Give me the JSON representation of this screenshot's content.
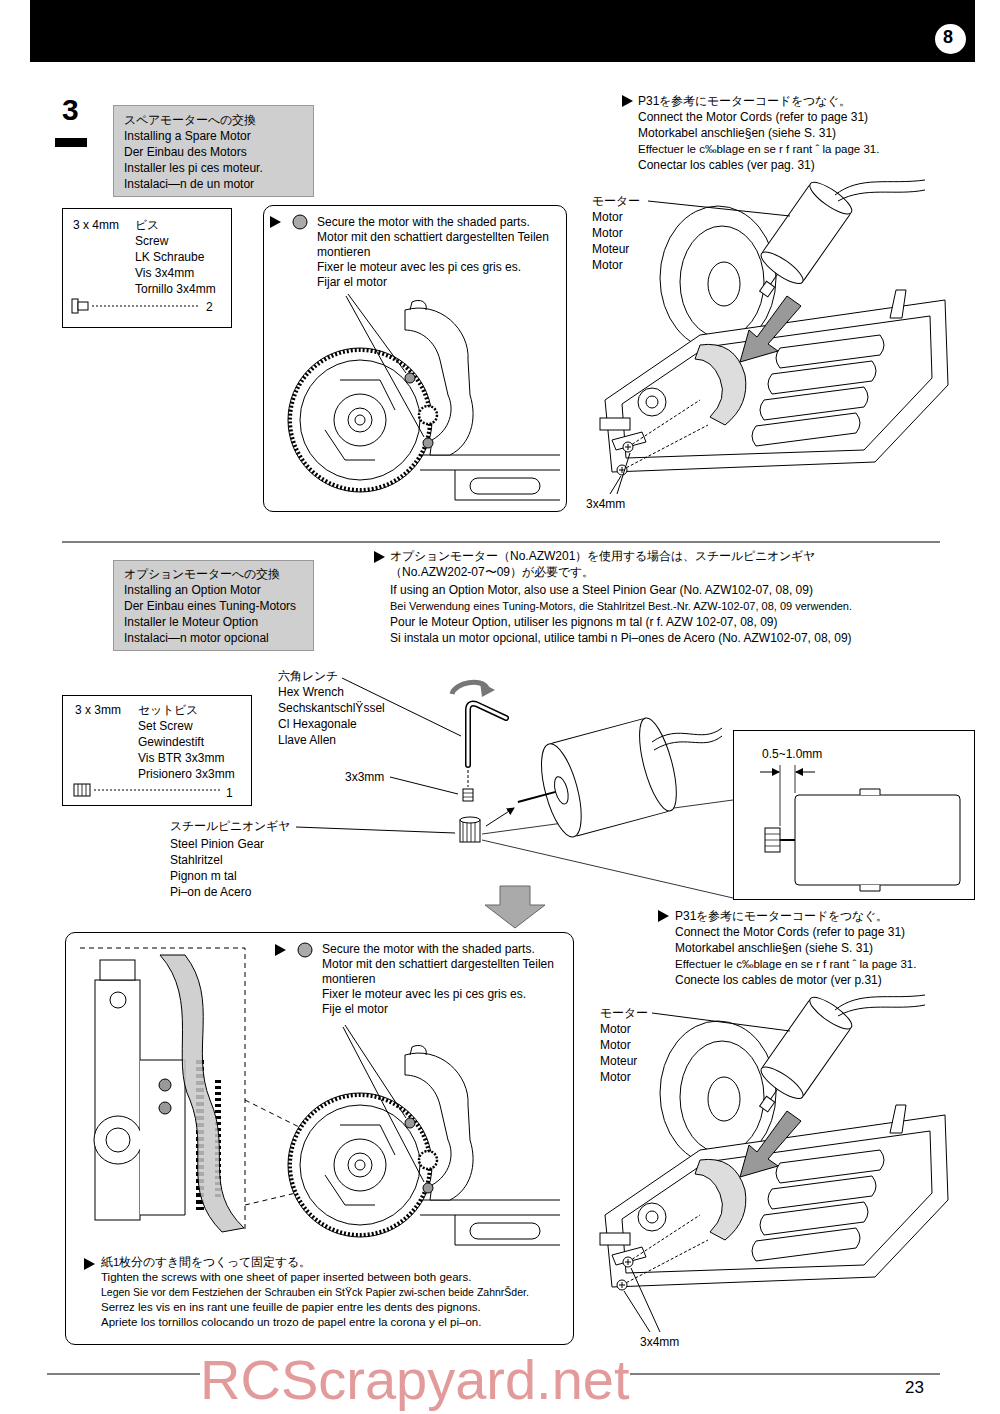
{
  "diagram": {
    "nodes": [
      {
        "text": [
          "8"
        ]
      },
      {
        "text": [
          "スペアモーターへの交換",
          "Installing a Spare Motor",
          "Der Einbau des Motors",
          "Installer les pi ces moteur.",
          "Instalaci—n de un motor"
        ]
      },
      {
        "text": [
          "3 x 4mm",
          "ビス",
          "Screw",
          "LK Schraube",
          "Vis 3x4mm",
          "Tornillo 3x4mm",
          "2"
        ]
      },
      {
        "text": [
          "Secure the motor with the shaded parts.",
          "Motor mit den schattiert dargestellten Teilen montieren",
          "Fixer le moteur avec les pi ces gris es.",
          "Fijar el motor"
        ]
      },
      {
        "text": [
          "オプションモーターへの交換",
          "Installing an Option Motor",
          "Der Einbau eines Tuning-Motors",
          "Installer le Moteur Option",
          "Instalaci—n motor opcional"
        ]
      },
      {
        "text": [
          "3 x 3mm",
          "セットビス",
          "Set Screw",
          "Gewindestift",
          "Vis BTR 3x3mm",
          "Prisionero 3x3mm",
          "1"
        ]
      },
      {
        "text": [
          "0.5~1.0mm"
        ]
      },
      {
        "text": [
          "Secure the motor with the shaded parts.",
          "Motor mit den schattiert dargestellten Teilen montieren",
          "Fixer le moteur avec les pi ces gris es.",
          "Fije el motor",
          "紙1枚分のすき間をつくって固定する。",
          "Tighten the screws with one sheet of paper inserted between both gears.",
          "Legen Sie vor dem Festziehen der Schrauben ein StŸck Papier zwi-schen beide ZahnrŠder.",
          "Serrez les vis en ins rant une feuille de papier entre les dents des pignons.",
          "Apriete los tornillos colocando un trozo de papel entre la corona y el pi–on."
        ]
      }
    ],
    "labels": [
      "3",
      "P31を参考にモーターコードをつなぐ。",
      "Connect the Motor Cords (refer to page 31)",
      "Motorkabel anschlie§en (siehe S. 31)",
      "Effectuer le c‰blage en se r f rant ˆ la page 31.",
      "Conectar los cables (ver pag. 31)",
      "モーター",
      "Motor",
      "Motor",
      "Moteur",
      "Motor",
      "3x4mm",
      "オプションモーター（No.AZW201）を使用する場合は、スチールピニオンギヤ（No.AZW202-07〜09）が必要です。",
      "If using an Option Motor, also use a Steel Pinion Gear (No. AZW102-07, 08, 09)",
      "Bei Verwendung eines Tuning-Motors, die Stahlritzel Best.-Nr. AZW-102-07, 08, 09 verwenden.",
      "Pour le Moteur Option, utiliser les pignons m tal (r f. AZW 102-07, 08, 09)",
      "Si instala un motor opcional, utilice tambi n Pi–ones de Acero (No. AZW102-07, 08, 09)",
      "六角レンチ",
      "Hex Wrench",
      "SechskantschlŸssel",
      "Cl Hexagonale",
      "Llave Allen",
      "3x3mm",
      "スチールピニオンギヤ",
      "Steel Pinion Gear",
      "Stahlritzel",
      "Pignon m tal",
      "Pi–on de Acero",
      "P31を参考にモーターコードをつなぐ。",
      "Connect the Motor Cords (refer to page 31)",
      "Motorkabel anschlie§en (siehe S. 31)",
      "Effectuer le c‰blage en se r f rant ˆ la page 31.",
      "Conecte los cables de motor (ver p.31)",
      "モーター",
      "Motor",
      "Motor",
      "Moteur",
      "Motor",
      "3x4mm",
      "RCScrapyard.net",
      "23"
    ]
  }
}
